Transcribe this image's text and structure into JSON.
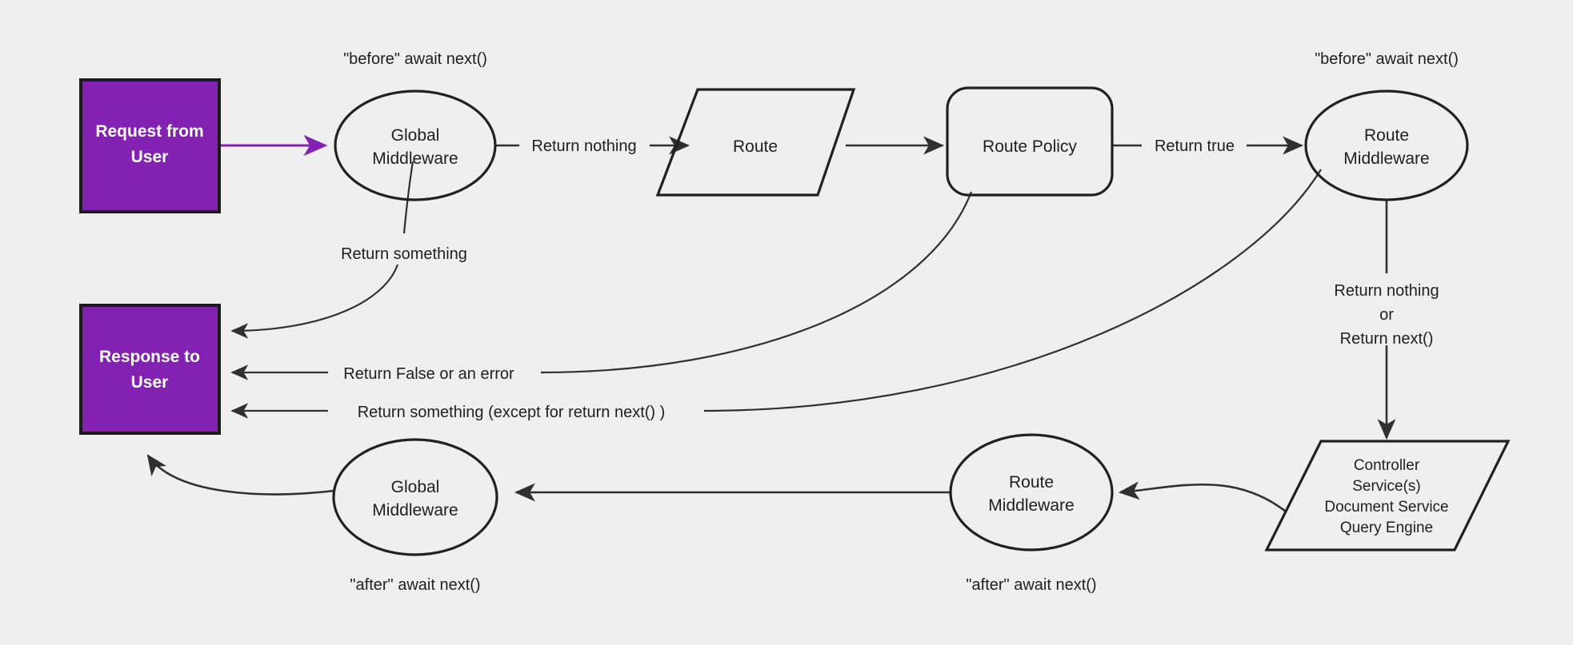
{
  "diagram": {
    "title": "Request / Middleware lifecycle flow",
    "background_color": "#efefef",
    "accent_color": "#8322b2",
    "stroke_color": "#212121",
    "nodes": {
      "request_from_user": {
        "label_line1": "Request from",
        "label_line2": "User",
        "shape": "rectangle",
        "fill": "#8322b2"
      },
      "response_to_user": {
        "label_line1": "Response to",
        "label_line2": "User",
        "shape": "rectangle",
        "fill": "#8322b2"
      },
      "global_middleware_before": {
        "label_line1": "Global",
        "label_line2": "Middleware",
        "shape": "ellipse"
      },
      "route": {
        "label": "Route",
        "shape": "parallelogram"
      },
      "route_policy": {
        "label": "Route Policy",
        "shape": "rounded-rectangle"
      },
      "route_middleware_before": {
        "label_line1": "Route",
        "label_line2": "Middleware",
        "shape": "ellipse"
      },
      "controller_stack": {
        "shape": "parallelogram",
        "lines": [
          "Controller",
          "Service(s)",
          "Document Service",
          "Query Engine"
        ]
      },
      "route_middleware_after": {
        "label_line1": "Route",
        "label_line2": "Middleware",
        "shape": "ellipse"
      },
      "global_middleware_after": {
        "label_line1": "Global",
        "label_line2": "Middleware",
        "shape": "ellipse"
      }
    },
    "annotations": {
      "before_global": "\"before\" await next()",
      "before_route_mw": "\"before\" await next()",
      "after_global": "\"after\" await next()",
      "after_route_mw": "\"after\" await next()"
    },
    "edge_labels": {
      "return_something_global": "Return something",
      "return_nothing": "Return nothing",
      "return_true": "Return true",
      "return_false_or_error": "Return False or an error",
      "return_something_except_next": "Return something (except for return next() )",
      "route_mw_out_line1": "Return nothing",
      "route_mw_out_line2": "or",
      "route_mw_out_line3": "Return next()"
    }
  }
}
